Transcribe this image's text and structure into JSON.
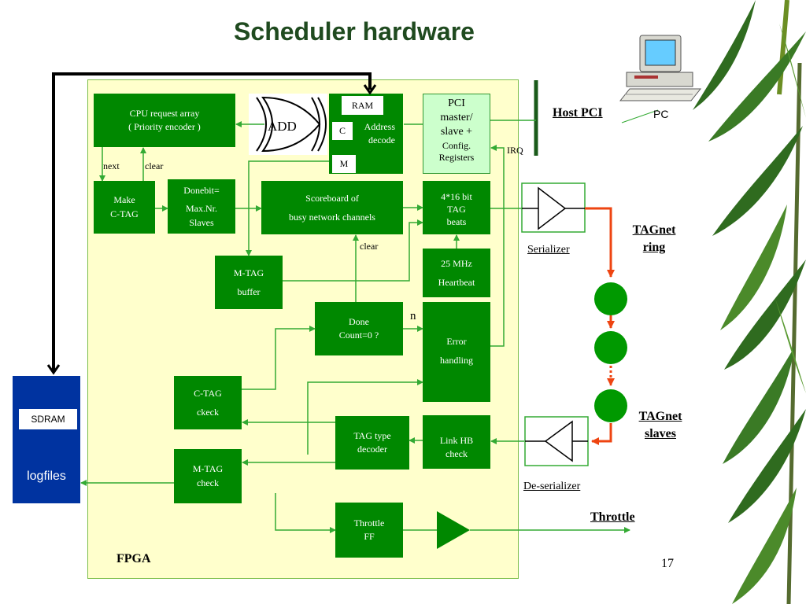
{
  "title": "Scheduler hardware",
  "blocks": {
    "cpu_request": [
      "CPU request array",
      "( Priority encoder )"
    ],
    "add": "ADD",
    "ram": "RAM",
    "c": "C",
    "m": "M",
    "address_decode": [
      "Address",
      "decode"
    ],
    "pci": [
      "PCI",
      "master/",
      "slave +"
    ],
    "config": [
      "Config.",
      "Registers"
    ],
    "make_ctag": [
      "Make",
      "C-TAG"
    ],
    "donebit": [
      "Donebit=",
      "Max.Nr.",
      "Slaves"
    ],
    "scoreboard": [
      "Scoreboard of",
      "busy network channels"
    ],
    "tag_beats": [
      "4*16 bit",
      "TAG",
      "beats"
    ],
    "mtag_buffer": [
      "M-TAG",
      "buffer"
    ],
    "heartbeat": [
      "25 MHz",
      "Heartbeat"
    ],
    "done_count": [
      "Done",
      "Count=0 ?"
    ],
    "error_handling": [
      "Error",
      "handling"
    ],
    "ctag_check": [
      "C-TAG",
      "ckeck"
    ],
    "tag_type": [
      "TAG type",
      "decoder"
    ],
    "link_hb": [
      "Link HB",
      "check"
    ],
    "mtag_check": [
      "M-TAG",
      "check"
    ],
    "throttle_ff": [
      "Throttle",
      "FF"
    ],
    "sdram": "SDRAM",
    "logfiles": "logfiles"
  },
  "labels": {
    "next": "next",
    "clear1": "clear",
    "clear2": "clear",
    "irq": "IRQ",
    "n": "n",
    "fpga": "FPGA",
    "host_pci": "Host PCI",
    "pc": "PC",
    "serializer": "Serializer",
    "deserializer": "De-serializer",
    "tagnet_ring": [
      "TAGnet",
      "ring"
    ],
    "tagnet_slaves": [
      "TAGnet",
      "slaves"
    ],
    "throttle": "Throttle",
    "page_number": "17"
  },
  "colors": {
    "block_green": "#008800",
    "fpga_bg": "#ffffcc",
    "pci_bg": "#ccffcc",
    "sdram_blue": "#0033a0",
    "ring_red": "#ee4411",
    "title_green": "#1f4a1f"
  }
}
